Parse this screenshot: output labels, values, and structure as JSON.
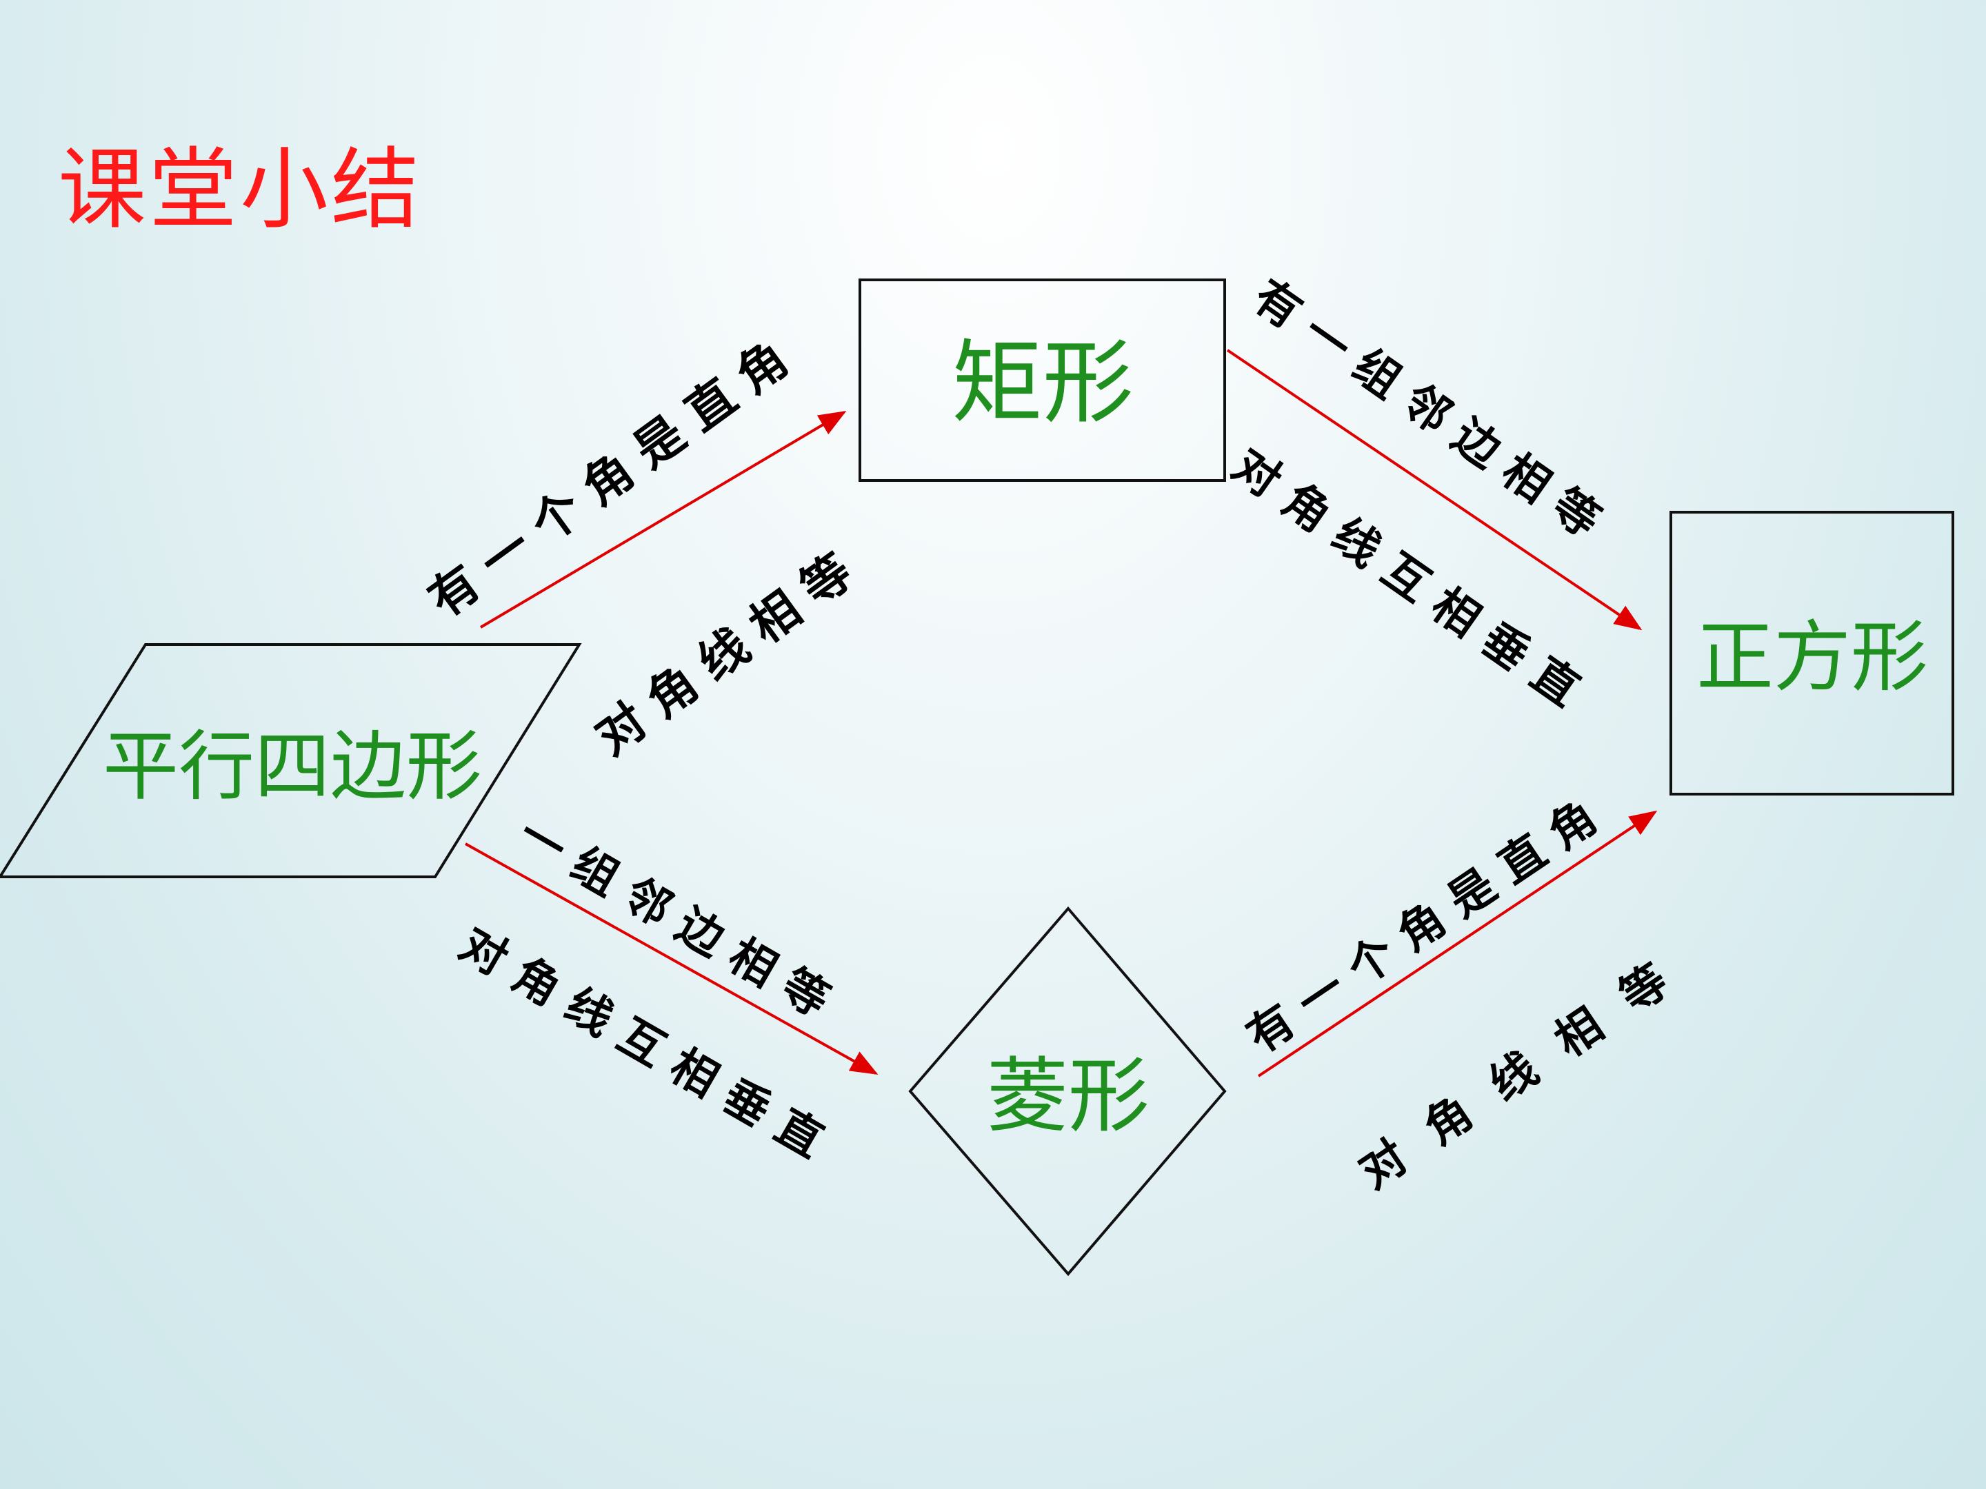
{
  "title": "课堂小结",
  "colors": {
    "title": "#ff1a1a",
    "shape_label": "#1f8f1f",
    "arrow": "#e00000",
    "outline": "#111111",
    "condition_text": "#000000"
  },
  "shapes": {
    "parallelogram": "平行四边形",
    "rectangle": "矩形",
    "rhombus": "菱形",
    "square": "正方形"
  },
  "conditions": {
    "para_to_rect_1": "有一个角是直角",
    "para_to_rect_2": "对角线相等",
    "para_to_rhombus_1": "一组邻边相等",
    "para_to_rhombus_2": "对角线互相垂直",
    "rect_to_square_1": "有一组邻边相等",
    "rect_to_square_2": "对角线互相垂直",
    "rhombus_to_square_1": "有一个角是直角",
    "rhombus_to_square_2": "对角线相等"
  }
}
